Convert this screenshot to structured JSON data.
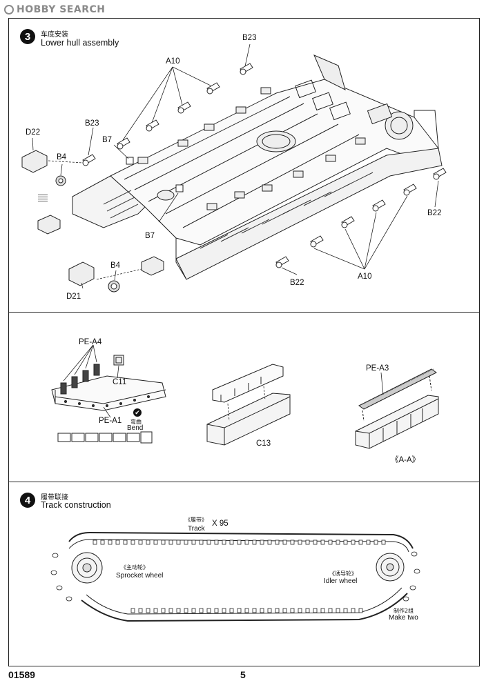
{
  "watermark": "HOBBY SEARCH",
  "step3": {
    "number": "3",
    "title_cn": "车底安装",
    "title_en": "Lower hull assembly",
    "labels": {
      "a10_top": "A10",
      "b23_top": "B23",
      "b23_left": "B23",
      "d22": "D22",
      "b4_left": "B4",
      "b7_top": "B7",
      "b7_bottom": "B7",
      "b4_bottom": "B4",
      "d21": "D21",
      "b22_right": "B22",
      "b22_bottom": "B22",
      "a10_bottom": "A10"
    }
  },
  "substep": {
    "pe_a4": "PE-A4",
    "c11": "C11",
    "pe_a1": "PE-A1",
    "bend_cn": "弯曲",
    "bend_en": "Bend",
    "c13": "C13",
    "pe_a3": "PE-A3",
    "section": "《A-A》"
  },
  "step4": {
    "number": "4",
    "title_cn": "履带联接",
    "title_en": "Track construction",
    "track_cn": "《履带》",
    "track_en": "Track",
    "track_qty": "X 95",
    "sprocket_cn": "《主动轮》",
    "sprocket_en": "Sprocket wheel",
    "idler_cn": "《诱导轮》",
    "idler_en": "Idler wheel",
    "make_two_cn": "制作2组",
    "make_two_en": "Make two"
  },
  "footer": {
    "code": "01589",
    "page": "5"
  }
}
